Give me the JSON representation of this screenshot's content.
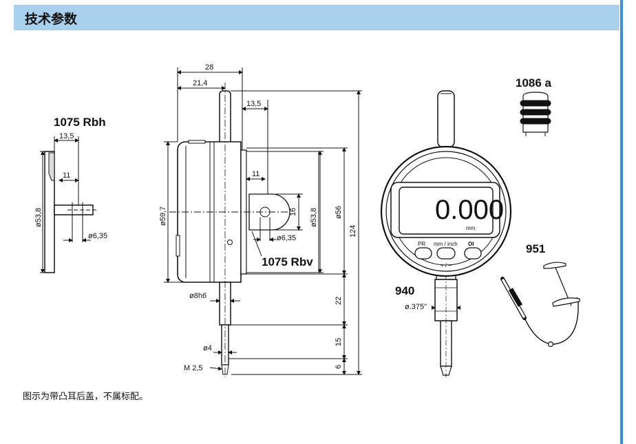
{
  "header": {
    "title": "技术参数"
  },
  "caption": "图示为带凸耳后盖，不属标配。",
  "display": {
    "reading": "0.000",
    "unit": "mm"
  },
  "buttons": {
    "pr": "PR",
    "mode": "mm / inch",
    "origin": "OI",
    "sign": "+ / –"
  },
  "labels": {
    "rbh": "1075 Rbh",
    "rbv": "1075 Rbv",
    "a1086": "1086 a",
    "p951": "951",
    "p940": "940"
  },
  "dims": {
    "d28": "28",
    "d21_4": "21,4",
    "d13_5_top": "13,5",
    "d13_5_left": "13,5",
    "d11_left": "11",
    "d11_mid": "11",
    "d53_8_left": "ø53,8",
    "d6_35_left": "ø6,35",
    "d59_7": "ø59,7",
    "d16": "16",
    "d53_8_mid": "ø53,8",
    "d56": "ø56",
    "d124": "124",
    "d6_35_mid": "ø6,35",
    "d8h6": "ø8h6",
    "d22": "22",
    "d4": "ø4",
    "d15": "15",
    "m25": "M 2,5",
    "d6": "6",
    "d375": "ø.375\""
  }
}
